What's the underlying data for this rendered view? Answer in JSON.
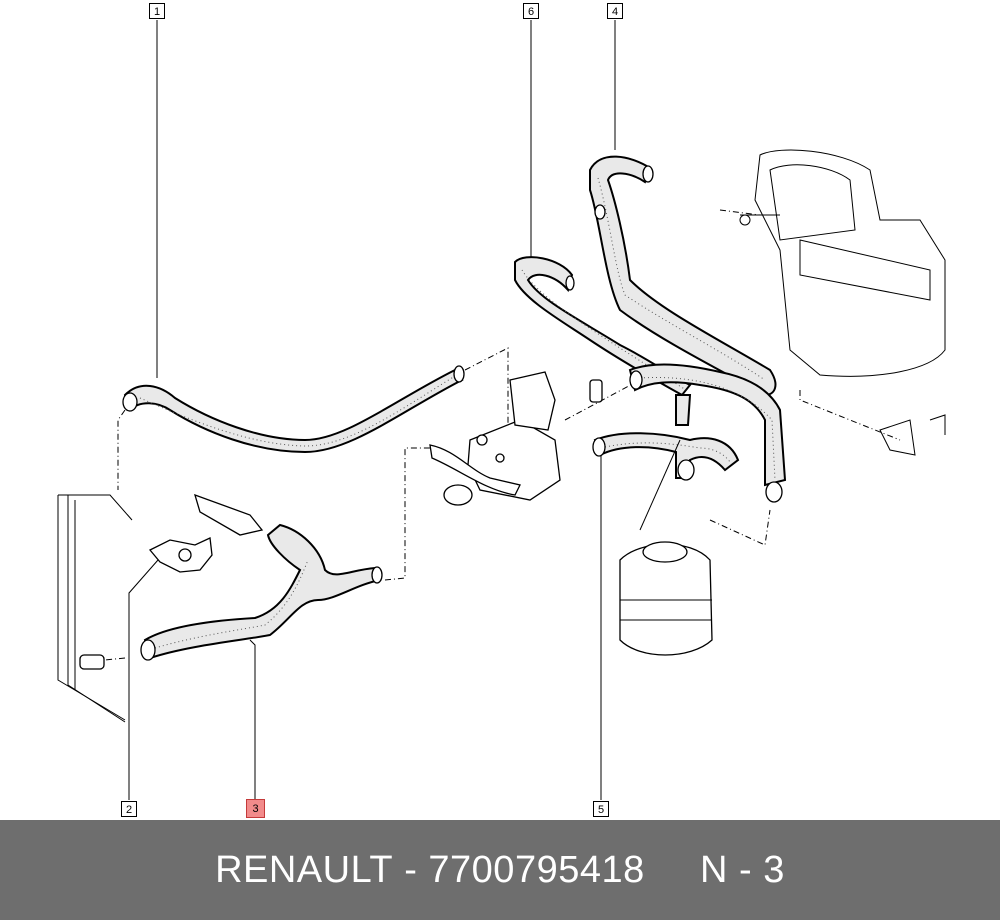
{
  "callouts": [
    {
      "id": "1",
      "label": "1"
    },
    {
      "id": "2",
      "label": "2"
    },
    {
      "id": "3",
      "label": "3",
      "highlighted": true
    },
    {
      "id": "4",
      "label": "4"
    },
    {
      "id": "5",
      "label": "5"
    },
    {
      "id": "6",
      "label": "6"
    }
  ],
  "footer": {
    "brand": "RENAULT",
    "separator": "-",
    "part_number": "7700795418",
    "position": "N - 3"
  },
  "colors": {
    "highlight": "#f28b8b",
    "footer_bg": "#6e6e6e",
    "footer_text": "#ffffff"
  }
}
